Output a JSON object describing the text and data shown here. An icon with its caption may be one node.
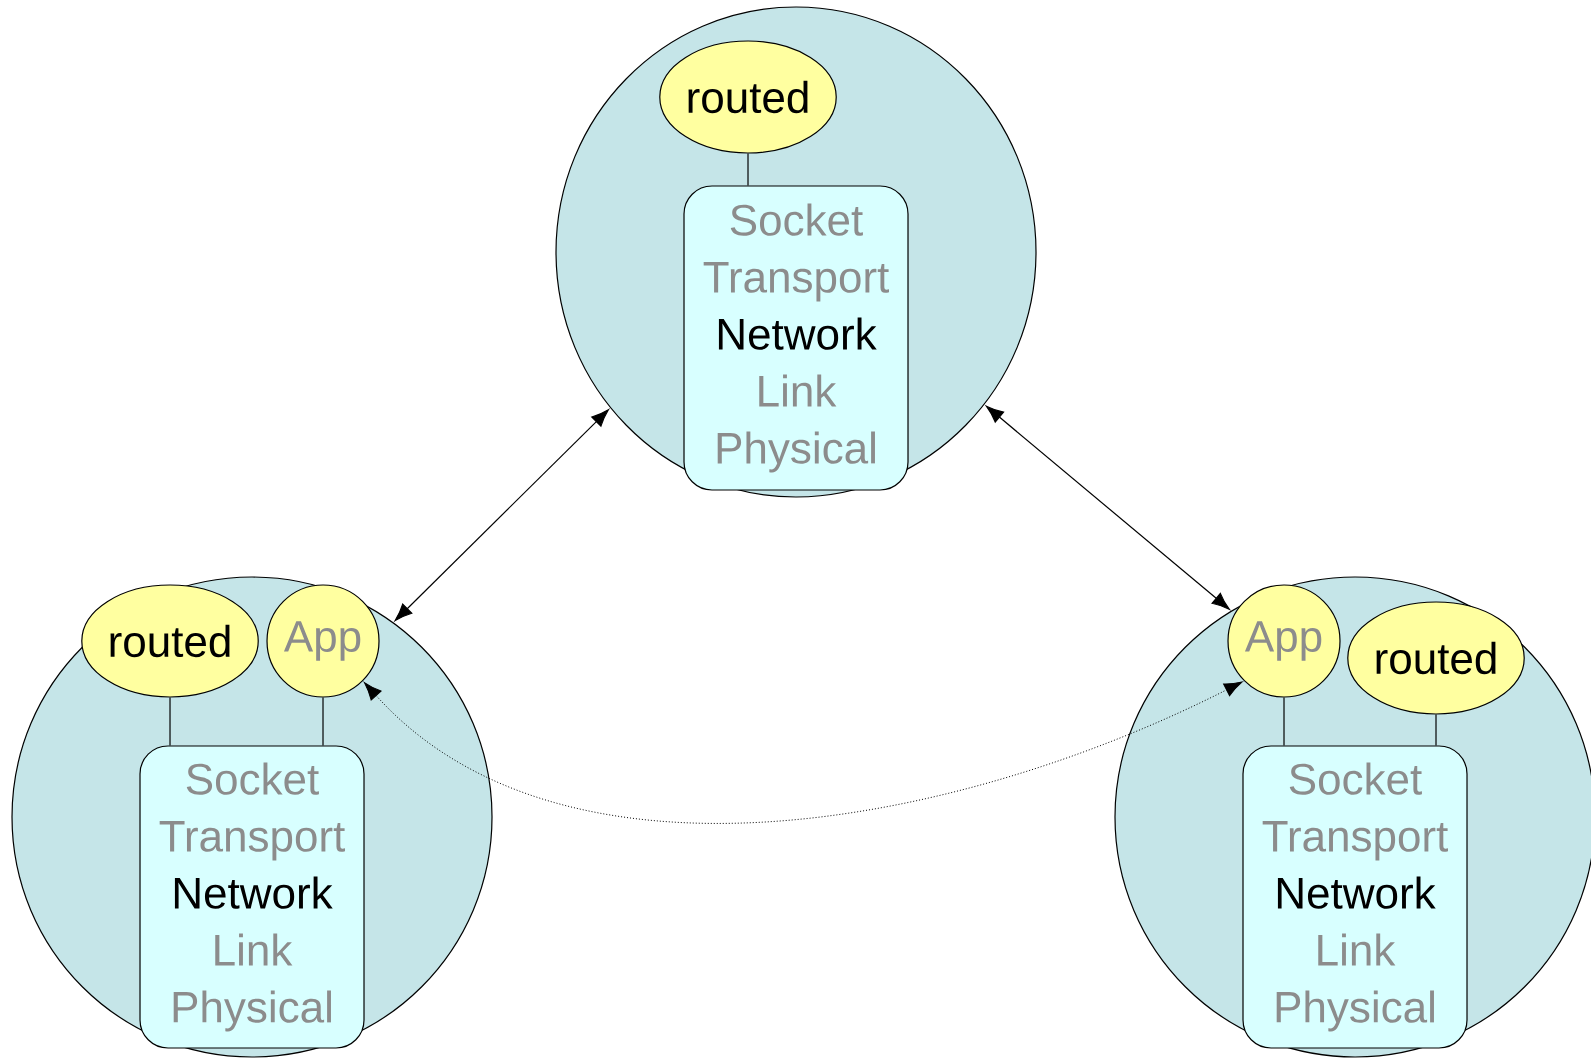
{
  "diagram": {
    "nodes": [
      {
        "text": [],
        "shape": "circle"
      },
      {
        "text": [
          "routed"
        ],
        "in": 0
      },
      {
        "text": [
          "Socket",
          "Transport",
          "Network",
          "Link",
          "Physical"
        ],
        "in": 0
      },
      {
        "text": [],
        "shape": "circle"
      },
      {
        "text": [
          "routed"
        ],
        "in": 3
      },
      {
        "text": [
          "App"
        ],
        "in": 3
      },
      {
        "text": [
          "Socket",
          "Transport",
          "Network",
          "Link",
          "Physical"
        ],
        "in": 3
      },
      {
        "text": [],
        "shape": "circle"
      },
      {
        "text": [
          "App"
        ],
        "in": 7
      },
      {
        "text": [
          "routed"
        ],
        "in": 7
      },
      {
        "text": [
          "Socket",
          "Transport",
          "Network",
          "Link",
          "Physical"
        ],
        "in": 7
      }
    ],
    "edges": [
      {
        "from": 1,
        "to": 2,
        "arrow": "none"
      },
      {
        "from": 4,
        "to": 6,
        "arrow": "none"
      },
      {
        "from": 5,
        "to": 6,
        "arrow": "none"
      },
      {
        "from": 8,
        "to": 10,
        "arrow": "none"
      },
      {
        "from": 9,
        "to": 10,
        "arrow": "none"
      },
      {
        "from": 0,
        "to": 3,
        "arrow": "both"
      },
      {
        "from": 0,
        "to": 7,
        "arrow": "both"
      },
      {
        "from": 5,
        "to": 8,
        "arrow": "both",
        "style": "dashed"
      }
    ]
  }
}
